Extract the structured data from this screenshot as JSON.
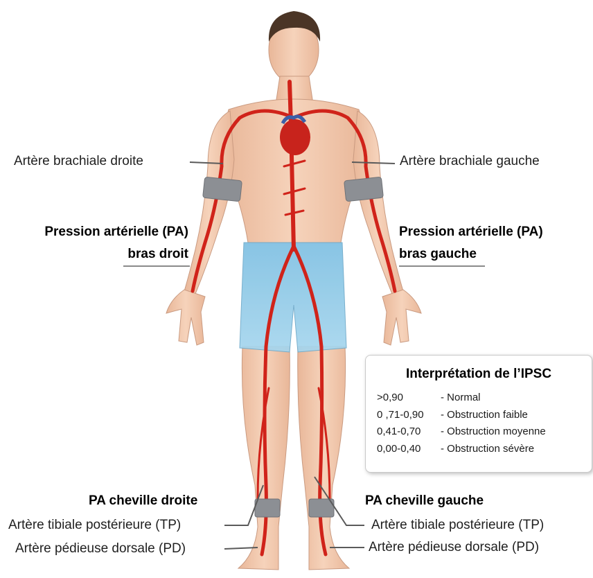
{
  "labels": {
    "brachial_right": "Artère brachiale droite",
    "brachial_left": "Artère brachiale gauche",
    "pa_right_line1": "Pression artérielle (PA)",
    "pa_right_line2": "bras droit",
    "pa_left_line1": "Pression artérielle (PA)",
    "pa_left_line2": "bras gauche",
    "ankle_right": "PA cheville droite",
    "ankle_left": "PA cheville gauche",
    "tibial_right": "Artère tibiale postérieure (TP)",
    "tibial_left": "Artère tibiale postérieure (TP)",
    "pedal_right": "Artère pédieuse dorsale (PD)",
    "pedal_left": "Artère pédieuse dorsale (PD)"
  },
  "legend": {
    "title": "Interprétation de l’IPSC",
    "rows": [
      {
        "range": ">0,90",
        "desc": "- Normal"
      },
      {
        "range": "0 ,71-0,90",
        "desc": "- Obstruction faible"
      },
      {
        "range": "0,41-0,70",
        "desc": "- Obstruction moyenne"
      },
      {
        "range": "0,00-0,40",
        "desc": "- Obstruction sévère"
      }
    ]
  },
  "colors": {
    "skin": "#f2c9ad",
    "artery": "#d0231a",
    "cuff": "#8c8f94",
    "shorts": "#8fc8e6",
    "hair": "#4b3526"
  }
}
